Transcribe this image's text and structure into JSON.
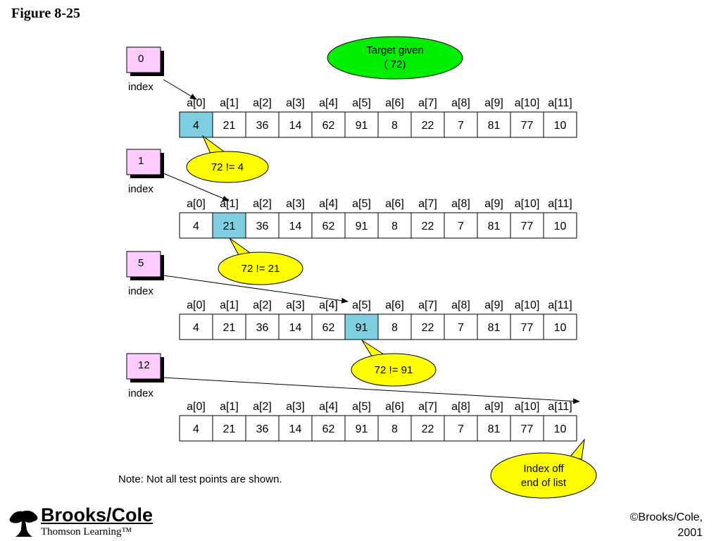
{
  "figure_label": "Figure 8-25",
  "target": {
    "line1": "Target given",
    "line2": "( 72)"
  },
  "array": {
    "headers": [
      "a[0]",
      "a[1]",
      "a[2]",
      "a[3]",
      "a[4]",
      "a[5]",
      "a[6]",
      "a[7]",
      "a[8]",
      "a[9]",
      "a[10]",
      "a[11]"
    ],
    "values": [
      "4",
      "21",
      "36",
      "14",
      "62",
      "91",
      "8",
      "22",
      "7",
      "81",
      "77",
      "10"
    ]
  },
  "steps": [
    {
      "index": "0",
      "index_label": "index",
      "highlight": 0,
      "callout": [
        "72 != 4"
      ]
    },
    {
      "index": "1",
      "index_label": "index",
      "highlight": 1,
      "callout": [
        "72 != 21"
      ]
    },
    {
      "index": "5",
      "index_label": "index",
      "highlight": 5,
      "callout": [
        "72 != 91"
      ]
    },
    {
      "index": "12",
      "index_label": "index",
      "highlight": -1,
      "callout": [
        "Index off",
        "end of list"
      ]
    }
  ],
  "note": "Note: Not all test points are shown.",
  "publisher": {
    "name": "Brooks/Cole",
    "subtitle": "Thomson Learning™"
  },
  "copyright": {
    "line1": "©Brooks/Cole,",
    "line2": "2001"
  },
  "colors": {
    "index_box": "#ffccff",
    "highlight_cell": "#7fcde0",
    "callout": "#ffff00",
    "target_oval": "#00ee00"
  }
}
